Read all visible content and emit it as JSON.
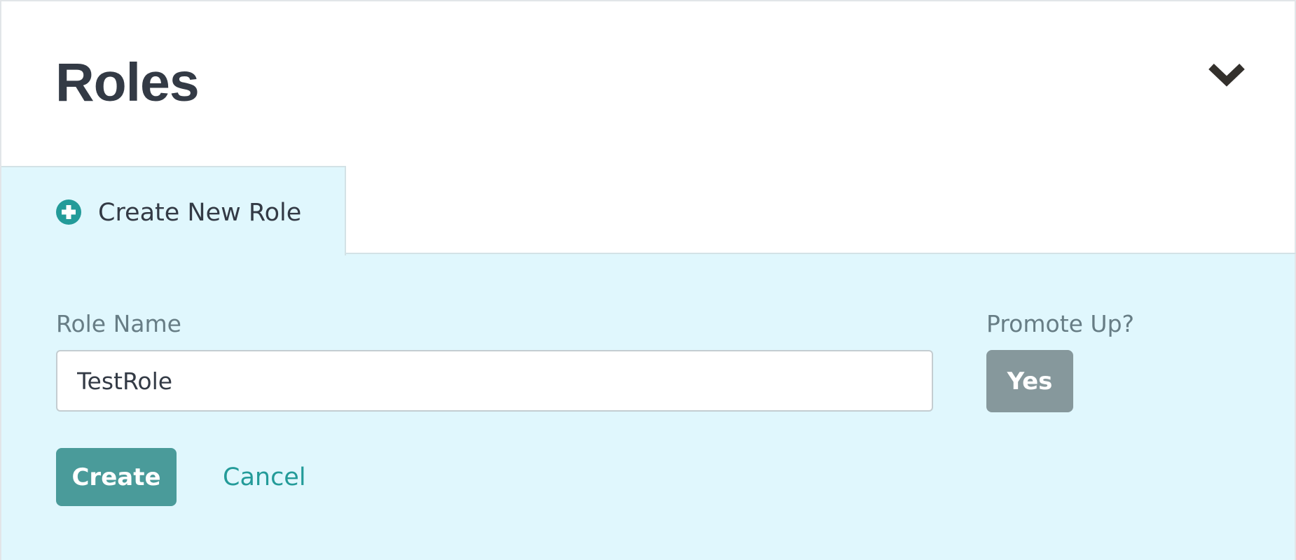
{
  "header": {
    "title": "Roles",
    "toggle_icon": "chevron-down-icon"
  },
  "tab": {
    "label": "Create New Role",
    "icon": "plus-circle-icon"
  },
  "form": {
    "role_name_label": "Role Name",
    "role_name_value": "TestRole",
    "promote_label": "Promote Up?",
    "promote_value": "Yes",
    "create_label": "Create",
    "cancel_label": "Cancel"
  },
  "colors": {
    "accent": "#239b99",
    "create_button": "#4a9b9a",
    "toggle_button": "#86989c",
    "panel_background": "#e0f7fd",
    "text": "#333a45",
    "label": "#677d85"
  }
}
